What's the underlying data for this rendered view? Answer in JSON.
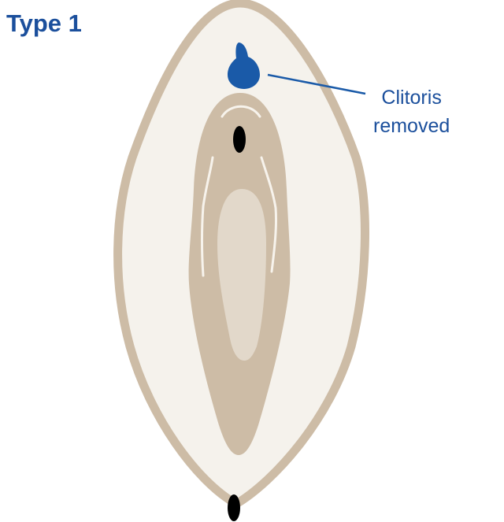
{
  "title": "Type 1",
  "annotation": {
    "line1": "Clitoris",
    "line2": "removed"
  },
  "colors": {
    "title_blue": "#1b4f9c",
    "clitoris_blue": "#1a5aa8",
    "outer_outline": "#cdbca6",
    "outer_fill": "#f5f2ec",
    "labia_fill": "#cdbca6",
    "inner_fill": "#e2d8ca",
    "highlight": "#f7f3ec",
    "openings": "#000000"
  }
}
